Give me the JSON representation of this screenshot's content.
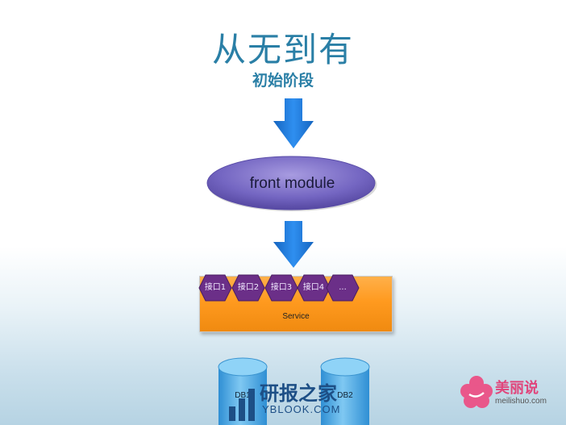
{
  "slide": {
    "title": "从无到有",
    "subtitle": "初始阶段"
  },
  "front_module": {
    "label": "front module"
  },
  "service": {
    "label": "Service",
    "interfaces": [
      "接口1",
      "接口2",
      "接口3",
      "接口4",
      "..."
    ]
  },
  "databases": [
    "DB1",
    "DB2"
  ],
  "watermark": {
    "cn": "研报之家",
    "en": "YBLOOK.COM"
  },
  "logo": {
    "cn": "美丽说",
    "en": "meilishuo.com"
  },
  "colors": {
    "title": "#2a7fa6",
    "arrow": "#1f7fd8",
    "ellipse": "#6a5fb0",
    "service": "#ff9a1f",
    "hexagon": "#6b2f88",
    "database": "#4aa8e0",
    "logo": "#e0457b"
  }
}
